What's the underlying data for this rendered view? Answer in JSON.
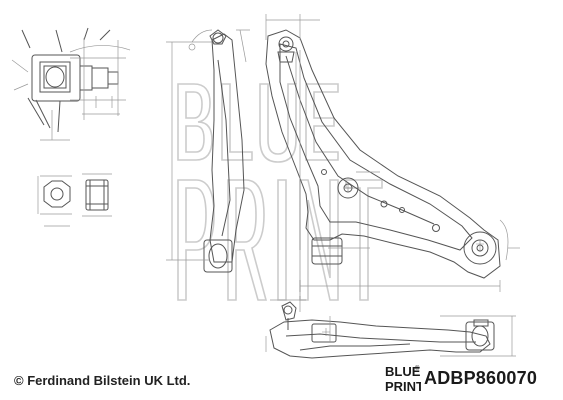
{
  "footer": {
    "copyright": "© Ferdinand Bilstein UK Ltd.",
    "part_number": "ADBP860070"
  },
  "logo": {
    "line1": "BLUE",
    "line2": "PRINT",
    "mark": "®"
  },
  "watermark": {
    "line1": "BLUE",
    "line2": "PRINT"
  },
  "colors": {
    "line": "#555555",
    "thin": "#8a8a8a",
    "dim": "#a0a0a0",
    "watermark": "#bdbdbd",
    "text": "#222222"
  },
  "icons": [
    "ball-joint-icon",
    "nut-icon",
    "bushing-icon"
  ]
}
